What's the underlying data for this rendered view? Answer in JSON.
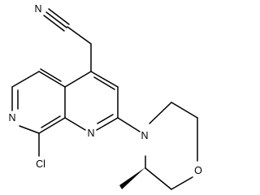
{
  "molecule": {
    "atoms": {
      "nitrile_n": "N",
      "ring_n_pyridine": "N",
      "ring_n_naphthyridine": "N",
      "morpholine_n": "N",
      "morpholine_o": "O",
      "chlorine": "Cl"
    },
    "colors": {
      "bond": "#000000",
      "label": "#000000",
      "background": "#ffffff"
    }
  }
}
